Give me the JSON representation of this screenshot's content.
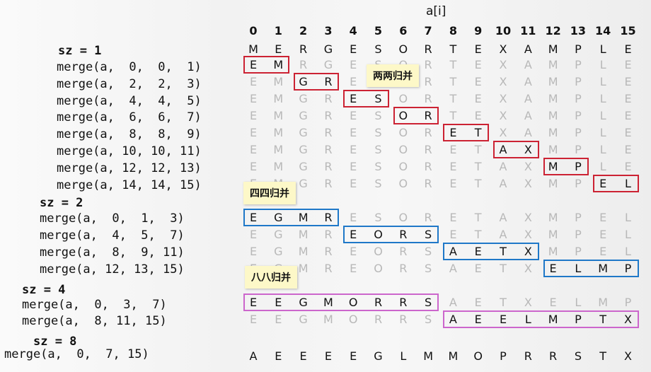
{
  "array_title": "a[i]",
  "indices": [
    "0",
    "1",
    "2",
    "3",
    "4",
    "5",
    "6",
    "7",
    "8",
    "9",
    "10",
    "11",
    "12",
    "13",
    "14",
    "15"
  ],
  "code_lines": [
    {
      "text": "sz = 1",
      "label": true
    },
    {
      "text": "merge(a,  0,  0,  1)"
    },
    {
      "text": "merge(a,  2,  2,  3)"
    },
    {
      "text": "merge(a,  4,  4,  5)"
    },
    {
      "text": "merge(a,  6,  6,  7)"
    },
    {
      "text": "merge(a,  8,  8,  9)"
    },
    {
      "text": "merge(a, 10, 10, 11)"
    },
    {
      "text": "merge(a, 12, 12, 13)"
    },
    {
      "text": "merge(a, 14, 14, 15)"
    },
    {
      "text": "sz = 2",
      "label": true
    },
    {
      "text": "merge(a,  0,  1,  3)"
    },
    {
      "text": "merge(a,  4,  5,  7)"
    },
    {
      "text": "merge(a,  8,  9, 11)"
    },
    {
      "text": "merge(a, 12, 13, 15)"
    },
    {
      "text": "sz = 4",
      "label": true
    },
    {
      "text": "merge(a,  0,  3,  7)"
    },
    {
      "text": "merge(a,  8, 11, 15)"
    },
    {
      "text": "sz = 8",
      "label": true
    },
    {
      "text": "merge(a,  0,  7, 15)"
    }
  ],
  "rows": [
    {
      "letters": "MERGESORTEXAMPLE",
      "hl": [
        0,
        15
      ]
    },
    {
      "letters": "EMRGESORTEXAMPLE",
      "hl": [
        0,
        1
      ]
    },
    {
      "letters": "EMGRESORTEXAMPLE",
      "hl": [
        2,
        3
      ]
    },
    {
      "letters": "EMGRESORTEXAMPLE",
      "hl": [
        4,
        5
      ]
    },
    {
      "letters": "EMGRESORTEXAMPLE",
      "hl": [
        6,
        7
      ]
    },
    {
      "letters": "EMGRESORETXAMPLE",
      "hl": [
        8,
        9
      ]
    },
    {
      "letters": "EMGRESORETAXMPLE",
      "hl": [
        10,
        11
      ]
    },
    {
      "letters": "EMGRESORETAXMPLE",
      "hl": [
        12,
        13
      ]
    },
    {
      "letters": "EMGRESORETAXMPEL",
      "hl": [
        14,
        15
      ]
    },
    {
      "letters": "EGMRESORETAXMPEL",
      "hl": [
        0,
        3
      ]
    },
    {
      "letters": "EGMREORSETAXMPEL",
      "hl": [
        4,
        7
      ]
    },
    {
      "letters": "EGMREORSAETXMPEL",
      "hl": [
        8,
        11
      ]
    },
    {
      "letters": "EGMREORSAETXELMP",
      "hl": [
        12,
        15
      ]
    },
    {
      "letters": "EEGMORRSAETXELMP",
      "hl": [
        0,
        7
      ]
    },
    {
      "letters": "EEGMORRSAEELMPTX",
      "hl": [
        8,
        15
      ]
    },
    {
      "letters": "AEEEEGLMMOPRRSTX",
      "hl": [
        0,
        15
      ]
    }
  ],
  "notes": {
    "pairs": "两两归并",
    "fours": "四四归并",
    "eights": "八八归并"
  }
}
